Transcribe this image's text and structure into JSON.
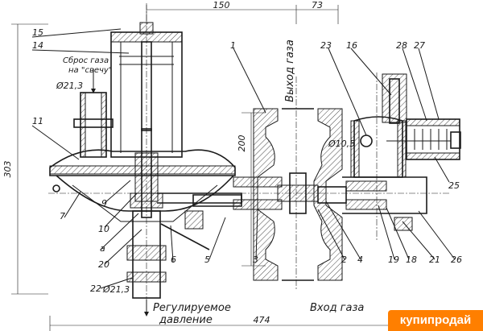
{
  "dimensions": {
    "top_150": "150",
    "top_73": "73",
    "left_303": "303",
    "mid_200": "200",
    "bottom_474": "474",
    "dia_top": "Ø21,3",
    "dia_bottom": "Ø21,3",
    "dia_105": "Ø10,5"
  },
  "texts": {
    "vent_line1": "Сброс газа",
    "vent_line2": "на \"свечу\"",
    "gas_out": "Выход газа",
    "gas_in": "Вход газа",
    "regulated_line1": "Регулируемое",
    "regulated_line2": "давление"
  },
  "callouts": [
    "15",
    "14",
    "11",
    "7",
    "9",
    "10",
    "а",
    "20",
    "22",
    "6",
    "5",
    "1",
    "3",
    "2",
    "4",
    "19",
    "18",
    "21",
    "26",
    "25",
    "23",
    "16",
    "28",
    "27"
  ],
  "watermark": "купипродай"
}
